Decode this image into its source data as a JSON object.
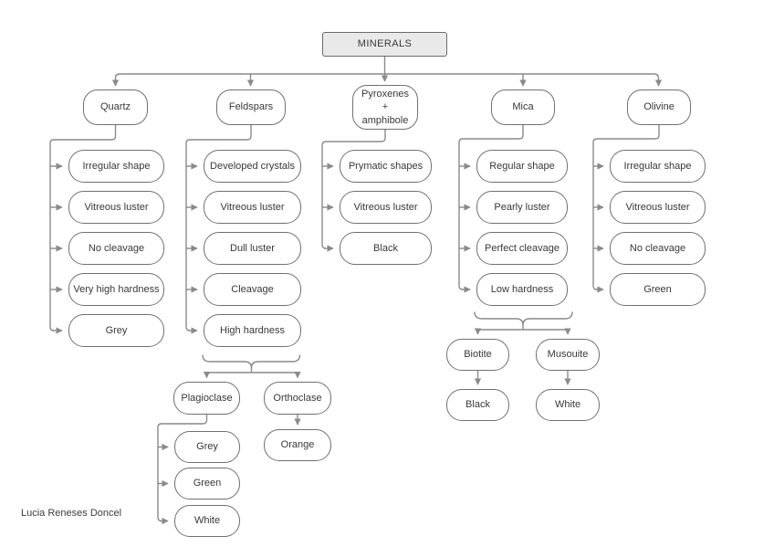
{
  "diagram": {
    "root": {
      "label": "MINERALS"
    },
    "author": "Lucia Reneses Doncel",
    "colors": {
      "connector": "#8a8a8a",
      "node_border": "#707070",
      "root_fill": "#e9e9e9",
      "node_fill": "#ffffff",
      "text": "#383838"
    },
    "branches": [
      {
        "label": "Quartz",
        "traits": [
          "Irregular shape",
          "Vitreous luster",
          "No cleavage",
          "Very high hardness",
          "Grey"
        ]
      },
      {
        "label": "Feldspars",
        "traits": [
          "Developed crystals",
          "Vitreous luster",
          "Dull luster",
          "Cleavage",
          "High hardness"
        ],
        "subtypes": [
          {
            "label": "Plagioclase",
            "traits": [
              "Grey",
              "Green",
              "White"
            ]
          },
          {
            "label": "Orthoclase",
            "traits": [
              "Orange"
            ]
          }
        ]
      },
      {
        "label": "Pyroxenes\n+\namphibole",
        "traits": [
          "Prymatic shapes",
          "Vitreous luster",
          "Black"
        ]
      },
      {
        "label": "Mica",
        "traits": [
          "Regular shape",
          "Pearly luster",
          "Perfect cleavage",
          "Low hardness"
        ],
        "subtypes": [
          {
            "label": "Biotite",
            "traits": [
              "Black"
            ]
          },
          {
            "label": "Musouite",
            "traits": [
              "White"
            ]
          }
        ]
      },
      {
        "label": "Olivine",
        "traits": [
          "Irregular shape",
          "Vitreous luster",
          "No cleavage",
          "Green"
        ]
      }
    ]
  }
}
